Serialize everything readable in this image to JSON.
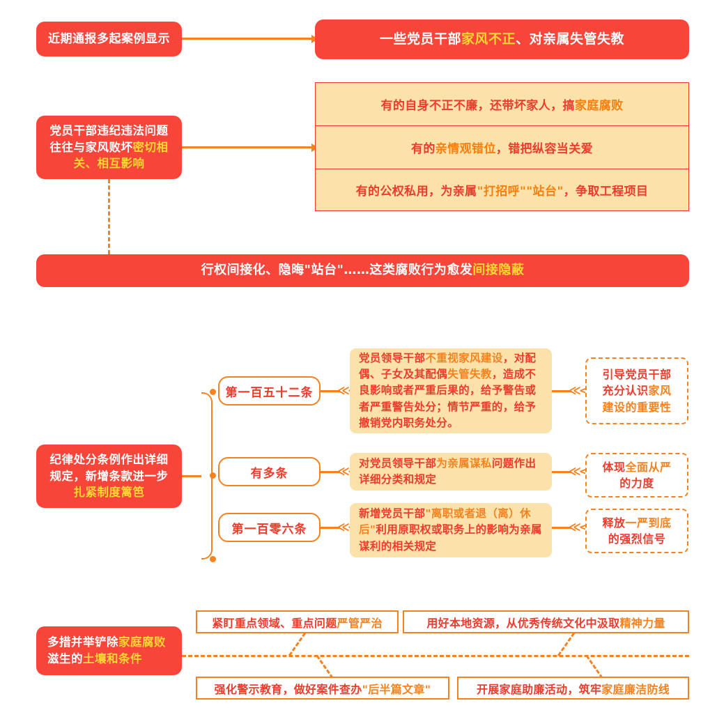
{
  "theme": {
    "red": "#f8453a",
    "deep_red": "#ef3b2c",
    "orange": "#f5821f",
    "yellow": "#ffd633",
    "cream": "#fbe2ab",
    "background": "#ffffff"
  },
  "section1": {
    "source_label": "近期通报多起案例显示",
    "headline": {
      "prefix": "一些党员干部",
      "highlight": "家风不正",
      "suffix": "、对亲属失管失教"
    },
    "cause_box": {
      "line1": "党员干部违纪违法问题",
      "line2_prefix": "往往与家风败坏",
      "line2_highlight": "密切相",
      "line3_highlight": "关、相互影响"
    },
    "table_rows": [
      {
        "prefix": "有的自身不正不廉，还带坏家人，搞",
        "highlight": "家庭腐败",
        "suffix": ""
      },
      {
        "prefix": "有的",
        "highlight": "亲情观错位",
        "suffix": "，错把纵容当关爱"
      },
      {
        "prefix": "有的公权私用，为亲属",
        "highlight": "\"打招呼\"\"站台\"",
        "suffix": "，争取工程项目"
      }
    ],
    "banner": {
      "prefix": "行权间接化、隐晦\"站台\"……这类腐败行为愈发",
      "highlight": "间接隐蔽"
    }
  },
  "section2": {
    "root": {
      "line1": "纪律处分条例作出详细",
      "line2": "规定，新增条款进一步",
      "line3_highlight": "扎紧制度篱笆"
    },
    "branches": [
      {
        "pill": "第一百五十二条",
        "detail": {
          "segments": [
            {
              "text": "党员领导干部",
              "color": "red"
            },
            {
              "text": "不重视家风建设",
              "color": "orange"
            },
            {
              "text": "，对配偶、子女及其配偶",
              "color": "red"
            },
            {
              "text": "失管失教",
              "color": "orange"
            },
            {
              "text": "，造成不良影响或者严重后果的，给予警告或者严重警告处分；情节严重的，给予撤销党内职务处分。",
              "color": "red"
            }
          ]
        },
        "outcome": {
          "segments": [
            {
              "text": "引导党员干部充分认识",
              "color": "red"
            },
            {
              "text": "家风建设的重要性",
              "color": "orange"
            }
          ]
        }
      },
      {
        "pill": "有多条",
        "detail": {
          "segments": [
            {
              "text": "对党员领导干部",
              "color": "red"
            },
            {
              "text": "为亲属谋私",
              "color": "orange"
            },
            {
              "text": "问题作出详细分类和规定",
              "color": "red"
            }
          ]
        },
        "outcome": {
          "segments": [
            {
              "text": "体现",
              "color": "red"
            },
            {
              "text": "全面从严",
              "color": "orange"
            },
            {
              "text": "的力度",
              "color": "red"
            }
          ]
        }
      },
      {
        "pill": "第一百零六条",
        "detail": {
          "segments": [
            {
              "text": "新增党员干部",
              "color": "red"
            },
            {
              "text": "\"离职或者退（离）休后\"",
              "color": "orange"
            },
            {
              "text": "利用原职权或职务上的影响为亲属谋利的相关规定",
              "color": "red"
            }
          ]
        },
        "outcome": {
          "segments": [
            {
              "text": "释放",
              "color": "red"
            },
            {
              "text": "一严到底",
              "color": "orange"
            },
            {
              "text": "的强烈信号",
              "color": "red"
            }
          ]
        }
      }
    ]
  },
  "section3": {
    "root": {
      "line1_prefix": "多措并举铲除",
      "line1_highlight": "家庭腐败",
      "line2_prefix": "滋生的",
      "line2_highlight": "土壤和条件"
    },
    "measures": [
      {
        "segments": [
          {
            "text": "紧盯重点领域、重点问题",
            "color": "red"
          },
          {
            "text": "严管严治",
            "color": "orange"
          }
        ]
      },
      {
        "segments": [
          {
            "text": "用好本地资源，从优秀传统文化中汲取",
            "color": "red"
          },
          {
            "text": "精神力量",
            "color": "orange"
          }
        ]
      },
      {
        "segments": [
          {
            "text": "强化警示教育，做好案件查办",
            "color": "red"
          },
          {
            "text": "\"后半篇文章\"",
            "color": "orange"
          }
        ]
      },
      {
        "segments": [
          {
            "text": "开展家庭助廉活动，筑牢",
            "color": "red"
          },
          {
            "text": "家庭廉洁防线",
            "color": "orange"
          }
        ]
      }
    ]
  },
  "icons": {
    "arrow_head": "arrow-head-icon",
    "chevron_triple": "triple-chevron-left-icon",
    "branch_dot": "branch-dot-icon"
  }
}
